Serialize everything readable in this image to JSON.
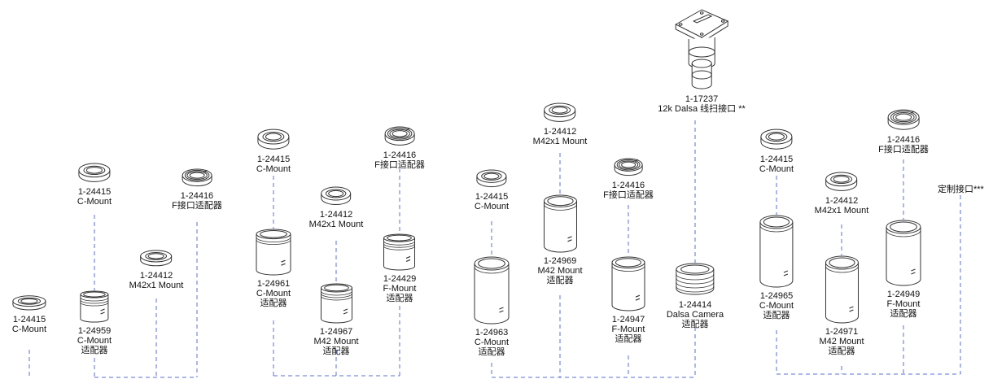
{
  "style": {
    "line_color": "#5b6fd6",
    "line_dash": "dashed",
    "drawing_color": "#333333"
  },
  "parts": {
    "p_24415_a": {
      "number": "1-24415",
      "lines": [
        "C-Mount"
      ],
      "icon": "ring-adapter-icon"
    },
    "p_24959": {
      "number": "1-24959",
      "lines": [
        "C-Mount",
        "适配器"
      ],
      "icon": "short-tube-icon"
    },
    "p_24412_a": {
      "number": "1-24412",
      "lines": [
        "M42x1 Mount"
      ],
      "icon": "ring-adapter-icon"
    },
    "p_24415_b": {
      "number": "1-24415",
      "lines": [
        "C-Mount"
      ],
      "icon": "ring-adapter-icon"
    },
    "p_24416_a": {
      "number": "1-24416",
      "lines": [
        "F接口适配器"
      ],
      "icon": "f-mount-ring-icon"
    },
    "p_24415_c": {
      "number": "1-24415",
      "lines": [
        "C-Mount"
      ],
      "icon": "ring-adapter-icon"
    },
    "p_24961": {
      "number": "1-24961",
      "lines": [
        "C-Mount",
        "适配器"
      ],
      "icon": "tube-adapter-icon"
    },
    "p_24412_b": {
      "number": "1-24412",
      "lines": [
        "M42x1 Mount"
      ],
      "icon": "ring-adapter-icon"
    },
    "p_24967": {
      "number": "1-24967",
      "lines": [
        "M42 Mount",
        "适配器"
      ],
      "icon": "short-tube-icon"
    },
    "p_24416_b": {
      "number": "1-24416",
      "lines": [
        "F接口适配器"
      ],
      "icon": "f-mount-ring-icon"
    },
    "p_24429": {
      "number": "1-24429",
      "lines": [
        "F-Mount",
        "适配器"
      ],
      "icon": "short-tube-icon"
    },
    "p_24415_d": {
      "number": "1-24415",
      "lines": [
        "C-Mount"
      ],
      "icon": "ring-adapter-icon"
    },
    "p_24963": {
      "number": "1-24963",
      "lines": [
        "C-Mount",
        "适配器"
      ],
      "icon": "long-tube-icon"
    },
    "p_24412_c": {
      "number": "1-24412",
      "lines": [
        "M42x1 Mount"
      ],
      "icon": "ring-adapter-icon"
    },
    "p_24969": {
      "number": "1-24969",
      "lines": [
        "M42 Mount",
        "适配器"
      ],
      "icon": "long-tube-icon"
    },
    "p_24416_c": {
      "number": "1-24416",
      "lines": [
        "F接口适配器"
      ],
      "icon": "f-mount-ring-icon"
    },
    "p_24947": {
      "number": "1-24947",
      "lines": [
        "F-Mount",
        "适配器"
      ],
      "icon": "long-tube-icon"
    },
    "p_17237": {
      "number": "1-17237",
      "lines": [
        "12k Dalsa 线扫接口 **"
      ],
      "icon": "line-scan-interface-icon"
    },
    "p_24414": {
      "number": "1-24414",
      "lines": [
        "Dalsa Camera",
        "适配器"
      ],
      "icon": "dalsa-adapter-icon"
    },
    "p_24415_e": {
      "number": "1-24415",
      "lines": [
        "C-Mount"
      ],
      "icon": "ring-adapter-icon"
    },
    "p_24965": {
      "number": "1-24965",
      "lines": [
        "C-Mount",
        "适配器"
      ],
      "icon": "long-tube-icon"
    },
    "p_24412_d": {
      "number": "1-24412",
      "lines": [
        "M42x1 Mount"
      ],
      "icon": "ring-adapter-icon"
    },
    "p_24971": {
      "number": "1-24971",
      "lines": [
        "M42 Mount",
        "适配器"
      ],
      "icon": "long-tube-icon"
    },
    "p_24416_d": {
      "number": "1-24416",
      "lines": [
        "F接口适配器"
      ],
      "icon": "f-mount-ring-icon"
    },
    "p_24949": {
      "number": "1-24949",
      "lines": [
        "F-Mount",
        "适配器"
      ],
      "icon": "long-tube-icon"
    }
  },
  "custom_interface": {
    "label": "定制接口***"
  }
}
